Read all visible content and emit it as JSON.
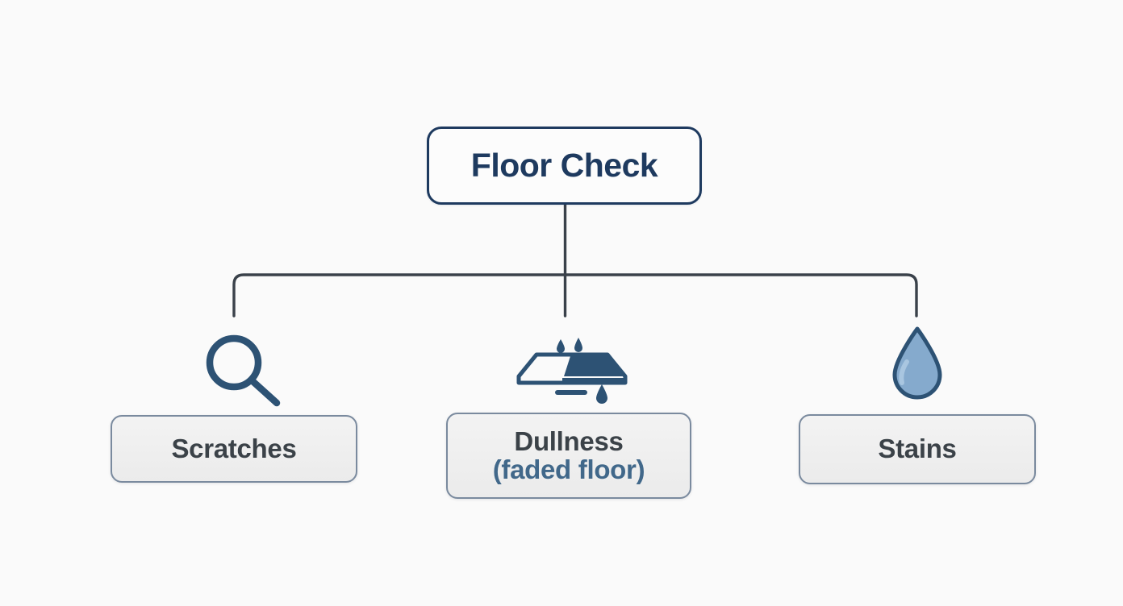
{
  "diagram": {
    "type": "hierarchy-tree",
    "background_color": "#fafafa",
    "root": {
      "label": "Floor Check",
      "border_color": "#1e3a5f",
      "text_color": "#1e3a5f",
      "fill_color": "#fcfcfc"
    },
    "connector": {
      "color": "#3a414a",
      "style": "orthogonal-elbow"
    },
    "children": [
      {
        "title": "Scratches",
        "subtitle": "",
        "icon": "magnifier-icon",
        "icon_color": "#2d5274",
        "border_color": "#7a8a9e",
        "fill_color": "#eeeeee",
        "text_color": "#3b4248"
      },
      {
        "title": "Dullness",
        "subtitle": "(faded floor)",
        "icon": "polished-floor-icon",
        "icon_color": "#2d5274",
        "border_color": "#7a8a9e",
        "fill_color": "#eeeeee",
        "text_color": "#3b4248",
        "subtitle_color": "#41688a"
      },
      {
        "title": "Stains",
        "subtitle": "",
        "icon": "water-droplet-icon",
        "icon_color": "#85aacd",
        "icon_stroke": "#2d5274",
        "border_color": "#7a8a9e",
        "fill_color": "#eeeeee",
        "text_color": "#3b4248"
      }
    ]
  }
}
